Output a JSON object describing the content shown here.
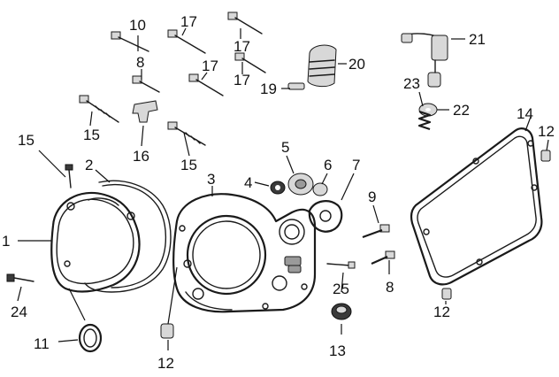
{
  "callouts": [
    {
      "id": "c1",
      "text": "1"
    },
    {
      "id": "c2",
      "text": "2"
    },
    {
      "id": "c3",
      "text": "3"
    },
    {
      "id": "c4",
      "text": "4"
    },
    {
      "id": "c5",
      "text": "5"
    },
    {
      "id": "c6",
      "text": "6"
    },
    {
      "id": "c7",
      "text": "7"
    },
    {
      "id": "c8a",
      "text": "8"
    },
    {
      "id": "c8b",
      "text": "8"
    },
    {
      "id": "c9",
      "text": "9"
    },
    {
      "id": "c10",
      "text": "10"
    },
    {
      "id": "c11",
      "text": "11"
    },
    {
      "id": "c12a",
      "text": "12"
    },
    {
      "id": "c12b",
      "text": "12"
    },
    {
      "id": "c12c",
      "text": "12"
    },
    {
      "id": "c13",
      "text": "13"
    },
    {
      "id": "c14",
      "text": "14"
    },
    {
      "id": "c15a",
      "text": "15"
    },
    {
      "id": "c15b",
      "text": "15"
    },
    {
      "id": "c15c",
      "text": "15"
    },
    {
      "id": "c16",
      "text": "16"
    },
    {
      "id": "c17a",
      "text": "17"
    },
    {
      "id": "c17b",
      "text": "17"
    },
    {
      "id": "c17c",
      "text": "17"
    },
    {
      "id": "c17d",
      "text": "17"
    },
    {
      "id": "c19",
      "text": "19"
    },
    {
      "id": "c20",
      "text": "20"
    },
    {
      "id": "c21",
      "text": "21"
    },
    {
      "id": "c22",
      "text": "22"
    },
    {
      "id": "c23",
      "text": "23"
    },
    {
      "id": "c24",
      "text": "24"
    },
    {
      "id": "c25",
      "text": "25"
    }
  ]
}
